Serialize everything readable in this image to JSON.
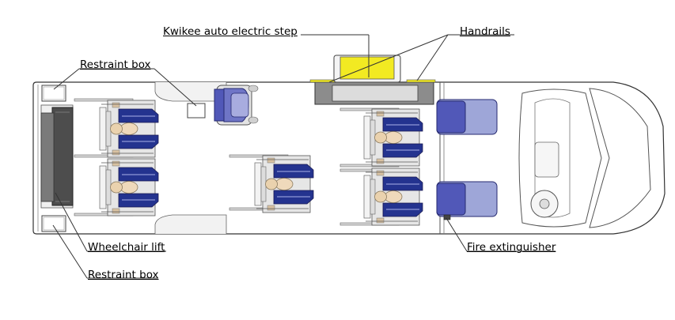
{
  "labels": {
    "step": "Kwikee auto electric step",
    "handrails": "Handrails",
    "restraint_top": "Restraint box",
    "wheelchair_lift": "Wheelchair lift",
    "restraint_bottom": "Restraint box",
    "fire_extinguisher": "Fire extinguisher"
  },
  "colors": {
    "seat_blue": "#24338f",
    "seat_light": "#9ea6d8",
    "chair_blue": "#5158b8",
    "step_yellow": "#f2ea22",
    "lift_gray": "#4d4d4d",
    "dummy_skin": "#efd9bb",
    "outline": "#333333"
  }
}
